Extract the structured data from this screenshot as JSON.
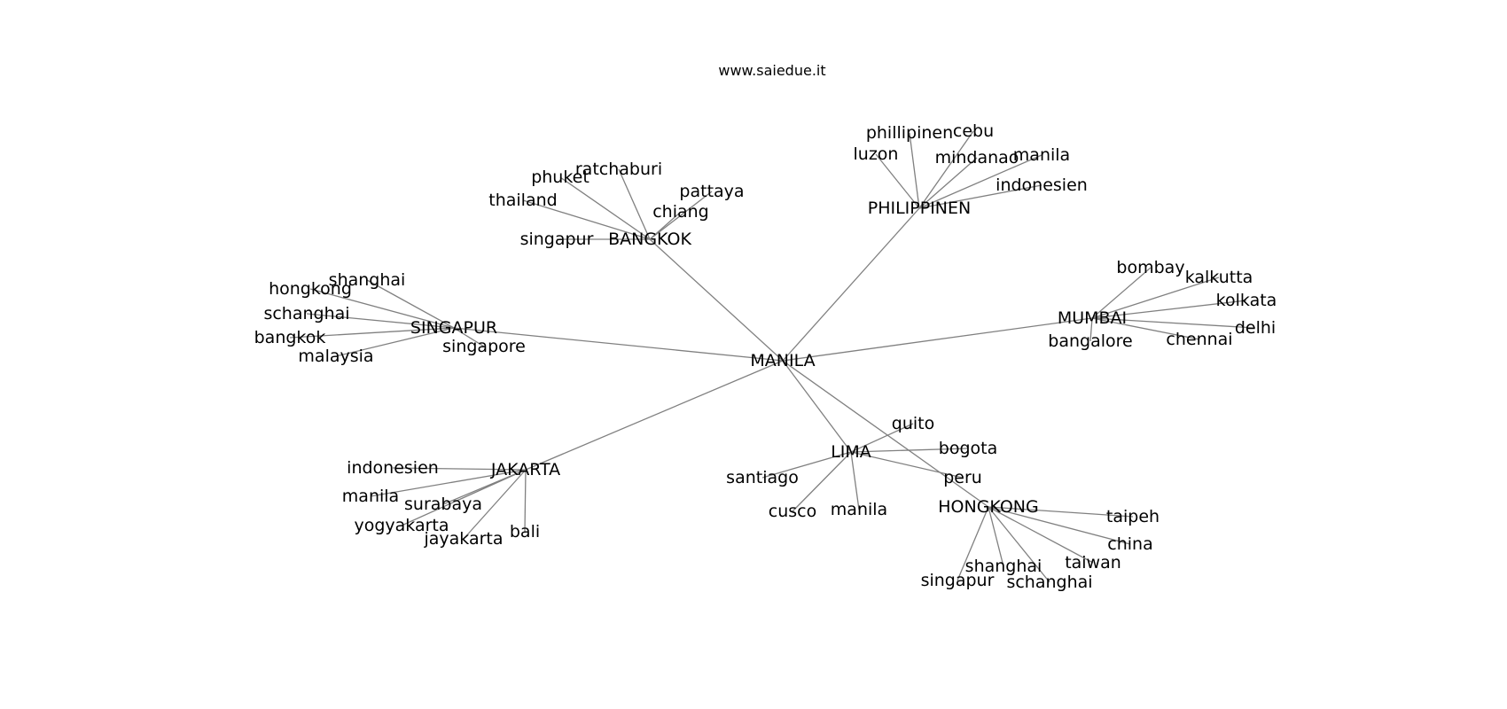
{
  "title": "www.saiedue.it",
  "colors": {
    "edge": "#808080",
    "label": "#000000",
    "background": "#ffffff"
  },
  "graph": {
    "root": "MANILA",
    "hubs": [
      {
        "label": "BANGKOK",
        "leaves": [
          "singapur",
          "thailand",
          "phuket",
          "ratchaburi",
          "chiang",
          "pattaya"
        ]
      },
      {
        "label": "PHILIPPINEN",
        "leaves": [
          "luzon",
          "phillipinen",
          "cebu",
          "mindanao",
          "manila",
          "indonesien"
        ]
      },
      {
        "label": "SINGAPUR",
        "leaves": [
          "shanghai",
          "hongkong",
          "schanghai",
          "bangkok",
          "malaysia",
          "singapore"
        ]
      },
      {
        "label": "MUMBAI",
        "leaves": [
          "bombay",
          "kalkutta",
          "kolkata",
          "delhi",
          "chennai",
          "bangalore"
        ]
      },
      {
        "label": "JAKARTA",
        "leaves": [
          "indonesien",
          "manila",
          "surabaya",
          "yogyakarta",
          "jayakarta",
          "bali"
        ]
      },
      {
        "label": "LIMA",
        "leaves": [
          "quito",
          "bogota",
          "peru",
          "santiago",
          "cusco",
          "manila"
        ]
      },
      {
        "label": "HONGKONG",
        "leaves": [
          "taipeh",
          "china",
          "taiwan",
          "schanghai",
          "shanghai",
          "singapur"
        ]
      }
    ]
  }
}
